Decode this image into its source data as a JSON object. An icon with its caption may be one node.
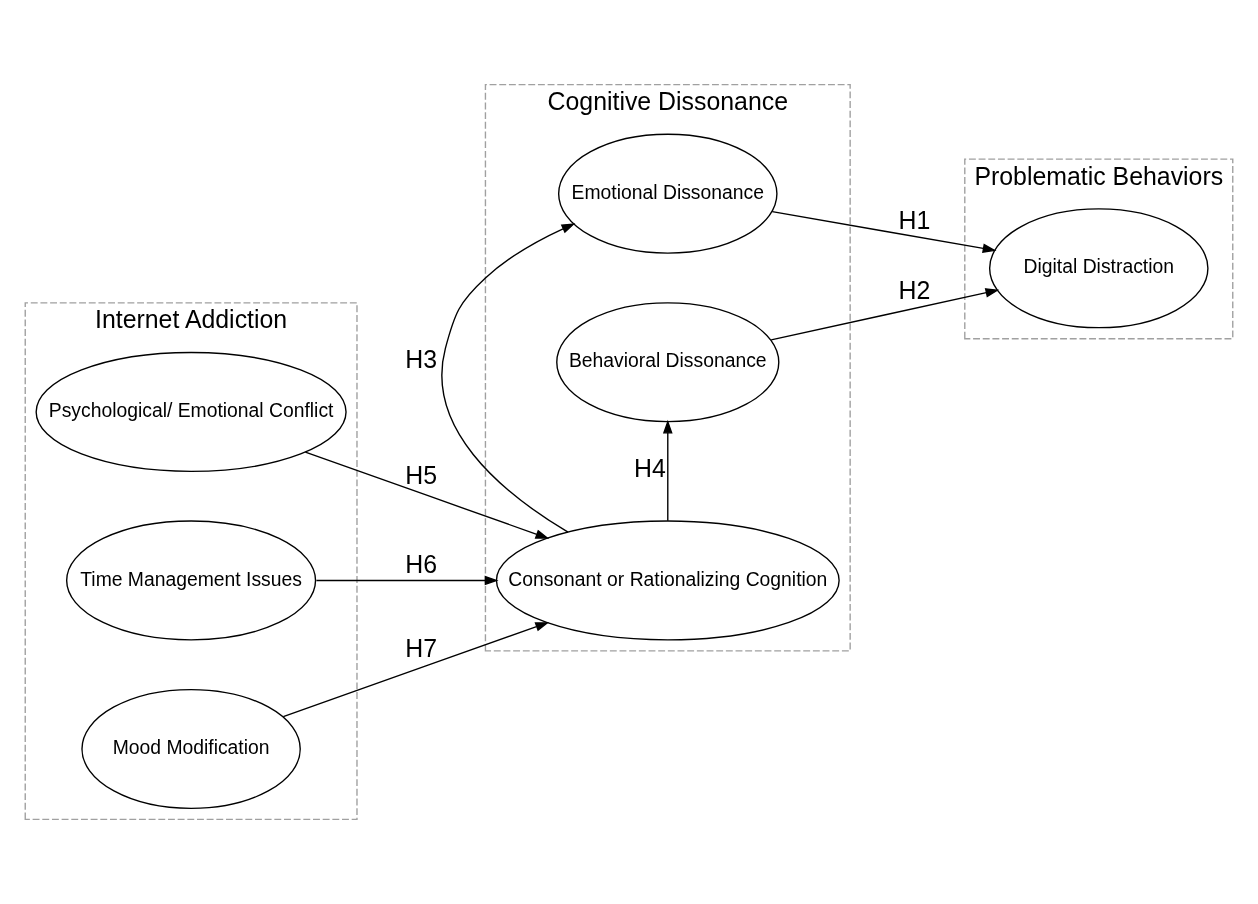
{
  "diagram": {
    "nodes": [
      {
        "text": [
          "Internet Addiction"
        ]
      },
      {
        "text": [
          "Psychological/ Emotional Conflict"
        ],
        "in": 0
      },
      {
        "text": [
          "Time Management Issues"
        ],
        "in": 0
      },
      {
        "text": [
          "Mood Modification"
        ],
        "in": 0
      },
      {
        "text": [
          "Cognitive Dissonance"
        ]
      },
      {
        "text": [
          "Emotional Dissonance"
        ],
        "in": 4
      },
      {
        "text": [
          "Consonant or Rationalizing Cognition"
        ],
        "in": 4
      },
      {
        "text": [
          "Behavioral Dissonance"
        ],
        "in": 4
      },
      {
        "text": [
          "Problematic Behaviors"
        ]
      },
      {
        "text": [
          "Digital Distraction"
        ],
        "in": 8
      }
    ],
    "edges": [
      {
        "from": 1,
        "to": 6,
        "arrow": "to",
        "label": "H5"
      },
      {
        "from": 2,
        "to": 6,
        "arrow": "to",
        "label": "H6"
      },
      {
        "from": 3,
        "to": 6,
        "arrow": "to",
        "label": "H7"
      },
      {
        "from": 6,
        "to": 5,
        "arrow": "to",
        "label": "H3"
      },
      {
        "from": 6,
        "to": 7,
        "arrow": "to",
        "label": "H4"
      },
      {
        "from": 5,
        "to": 9,
        "arrow": "to",
        "label": "H1"
      },
      {
        "from": 7,
        "to": 9,
        "arrow": "to",
        "label": "H2"
      }
    ]
  }
}
